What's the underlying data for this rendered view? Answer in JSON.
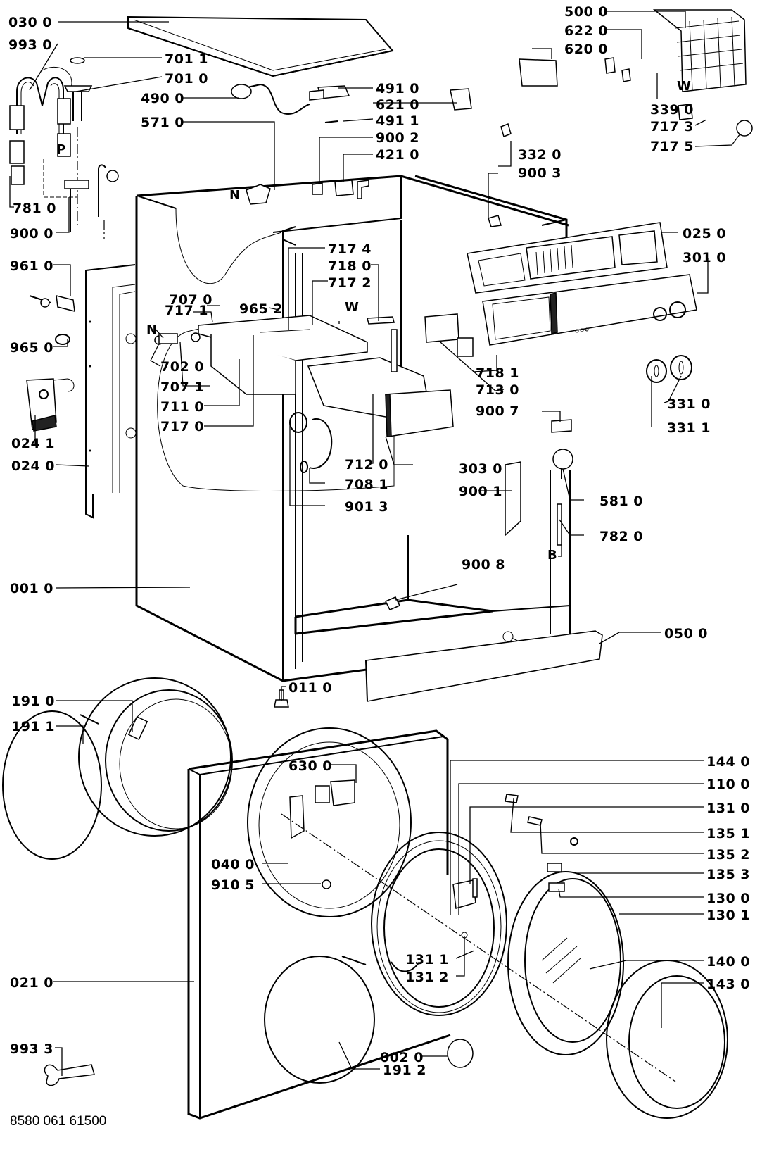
{
  "diagram": {
    "title": "Washing machine exploded parts diagram",
    "document_number": "8580 061 61500",
    "callouts": [
      {
        "id": "030-0",
        "text": "030  0"
      },
      {
        "id": "993-0",
        "text": "993  0"
      },
      {
        "id": "701-1",
        "text": "701  1"
      },
      {
        "id": "701-0",
        "text": "701  0"
      },
      {
        "id": "490-0",
        "text": "490  0"
      },
      {
        "id": "571-0",
        "text": "571  0"
      },
      {
        "id": "491-0",
        "text": "491  0"
      },
      {
        "id": "621-0",
        "text": "621  0"
      },
      {
        "id": "491-1",
        "text": "491  1"
      },
      {
        "id": "900-2",
        "text": "900  2"
      },
      {
        "id": "421-0",
        "text": "421  0"
      },
      {
        "id": "500-0",
        "text": "500  0"
      },
      {
        "id": "622-0",
        "text": "622  0"
      },
      {
        "id": "620-0",
        "text": "620  0"
      },
      {
        "id": "339-0",
        "text": "339  0"
      },
      {
        "id": "717-3",
        "text": "717  3"
      },
      {
        "id": "717-5",
        "text": "717  5"
      },
      {
        "id": "332-0",
        "text": "332  0"
      },
      {
        "id": "900-3",
        "text": "900  3"
      },
      {
        "id": "781-0",
        "text": "781  0"
      },
      {
        "id": "900-0",
        "text": "900  0"
      },
      {
        "id": "025-0",
        "text": "025  0"
      },
      {
        "id": "301-0",
        "text": "301  0"
      },
      {
        "id": "961-0",
        "text": "961  0"
      },
      {
        "id": "717-4",
        "text": "717  4"
      },
      {
        "id": "718-0",
        "text": "718  0"
      },
      {
        "id": "717-2",
        "text": "717  2"
      },
      {
        "id": "707-0",
        "text": "707  0"
      },
      {
        "id": "717-1",
        "text": "717  1"
      },
      {
        "id": "965-2",
        "text": "965 2"
      },
      {
        "id": "965-0",
        "text": "965  0"
      },
      {
        "id": "702-0",
        "text": "702  0"
      },
      {
        "id": "707-1",
        "text": "707  1"
      },
      {
        "id": "711-0",
        "text": "711  0"
      },
      {
        "id": "717-0",
        "text": "717  0"
      },
      {
        "id": "718-1",
        "text": "718  1"
      },
      {
        "id": "713-0",
        "text": "713  0"
      },
      {
        "id": "900-7",
        "text": "900  7"
      },
      {
        "id": "331-0",
        "text": "331  0"
      },
      {
        "id": "331-1",
        "text": "331  1"
      },
      {
        "id": "024-1",
        "text": "024  1"
      },
      {
        "id": "024-0",
        "text": "024  0"
      },
      {
        "id": "712-0",
        "text": "712  0"
      },
      {
        "id": "708-1",
        "text": "708  1"
      },
      {
        "id": "303-0",
        "text": "303  0"
      },
      {
        "id": "900-1",
        "text": "900  1"
      },
      {
        "id": "901-3",
        "text": "901  3"
      },
      {
        "id": "581-0",
        "text": "581  0"
      },
      {
        "id": "782-0",
        "text": "782  0"
      },
      {
        "id": "900-8",
        "text": "900  8"
      },
      {
        "id": "001-0",
        "text": "001  0"
      },
      {
        "id": "050-0",
        "text": "050  0"
      },
      {
        "id": "011-0",
        "text": "011  0"
      },
      {
        "id": "191-0",
        "text": "191  0"
      },
      {
        "id": "191-1",
        "text": "191  1"
      },
      {
        "id": "630-0",
        "text": "630  0"
      },
      {
        "id": "144-0",
        "text": "144  0"
      },
      {
        "id": "110-0",
        "text": "110  0"
      },
      {
        "id": "131-0",
        "text": "131  0"
      },
      {
        "id": "135-1",
        "text": "135  1"
      },
      {
        "id": "135-2",
        "text": "135  2"
      },
      {
        "id": "135-3",
        "text": "135  3"
      },
      {
        "id": "130-0",
        "text": "130  0"
      },
      {
        "id": "130-1",
        "text": "130  1"
      },
      {
        "id": "040-0",
        "text": "040  0"
      },
      {
        "id": "910-5",
        "text": "910  5"
      },
      {
        "id": "140-0",
        "text": "140  0"
      },
      {
        "id": "143-0",
        "text": "143  0"
      },
      {
        "id": "131-1",
        "text": "131  1"
      },
      {
        "id": "131-2",
        "text": "131  2"
      },
      {
        "id": "021-0",
        "text": "021  0"
      },
      {
        "id": "993-3",
        "text": "993  3"
      },
      {
        "id": "002-0",
        "text": "002  0"
      },
      {
        "id": "191-2",
        "text": "191  2"
      }
    ],
    "markers": {
      "P": "P",
      "N_top": "N",
      "N_left": "N",
      "W_dispenser": "W",
      "W_board": "W",
      "B": "B"
    }
  }
}
